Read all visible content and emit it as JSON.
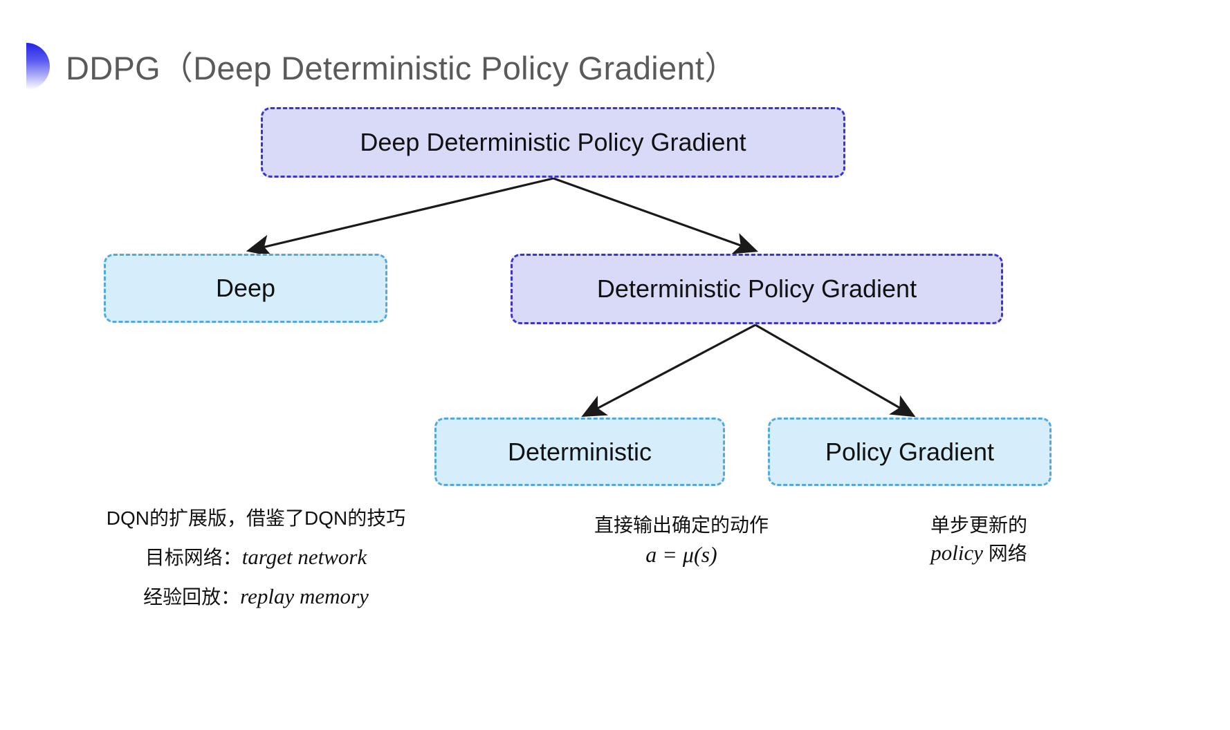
{
  "slide": {
    "title": "DDPG（Deep Deterministic Policy Gradient）",
    "background_color": "#ffffff",
    "title_color": "#5a5a5a",
    "decoration": "half-circle-gradient"
  },
  "colors": {
    "purple_fill": "#d9d9f8",
    "purple_border": "#3b35cf",
    "blue_fill": "#d6eefb",
    "blue_border": "#55a8de",
    "arrow": "#1a1a1a"
  },
  "diagram": {
    "nodes": [
      {
        "id": "root",
        "label": "Deep Deterministic Policy Gradient",
        "style": "purple"
      },
      {
        "id": "deep",
        "label": "Deep",
        "style": "blue"
      },
      {
        "id": "dpg",
        "label": "Deterministic Policy Gradient",
        "style": "purple"
      },
      {
        "id": "det",
        "label": "Deterministic",
        "style": "blue"
      },
      {
        "id": "pg",
        "label": "Policy Gradient",
        "style": "blue"
      }
    ],
    "edges": [
      {
        "from": "root",
        "to": "deep"
      },
      {
        "from": "root",
        "to": "dpg"
      },
      {
        "from": "dpg",
        "to": "det"
      },
      {
        "from": "dpg",
        "to": "pg"
      }
    ]
  },
  "captions": {
    "deep": {
      "line1": "DQN的扩展版，借鉴了DQN的技巧",
      "line2_label": "目标网络：",
      "line2_term": "target network",
      "line3_label": "经验回放：",
      "line3_term": "replay memory"
    },
    "deterministic": {
      "line1": "直接输出确定的动作",
      "formula": "a = μ(s)"
    },
    "policy_gradient": {
      "line1": "单步更新的",
      "line2_term": "policy",
      "line2_suffix": " 网络"
    }
  }
}
